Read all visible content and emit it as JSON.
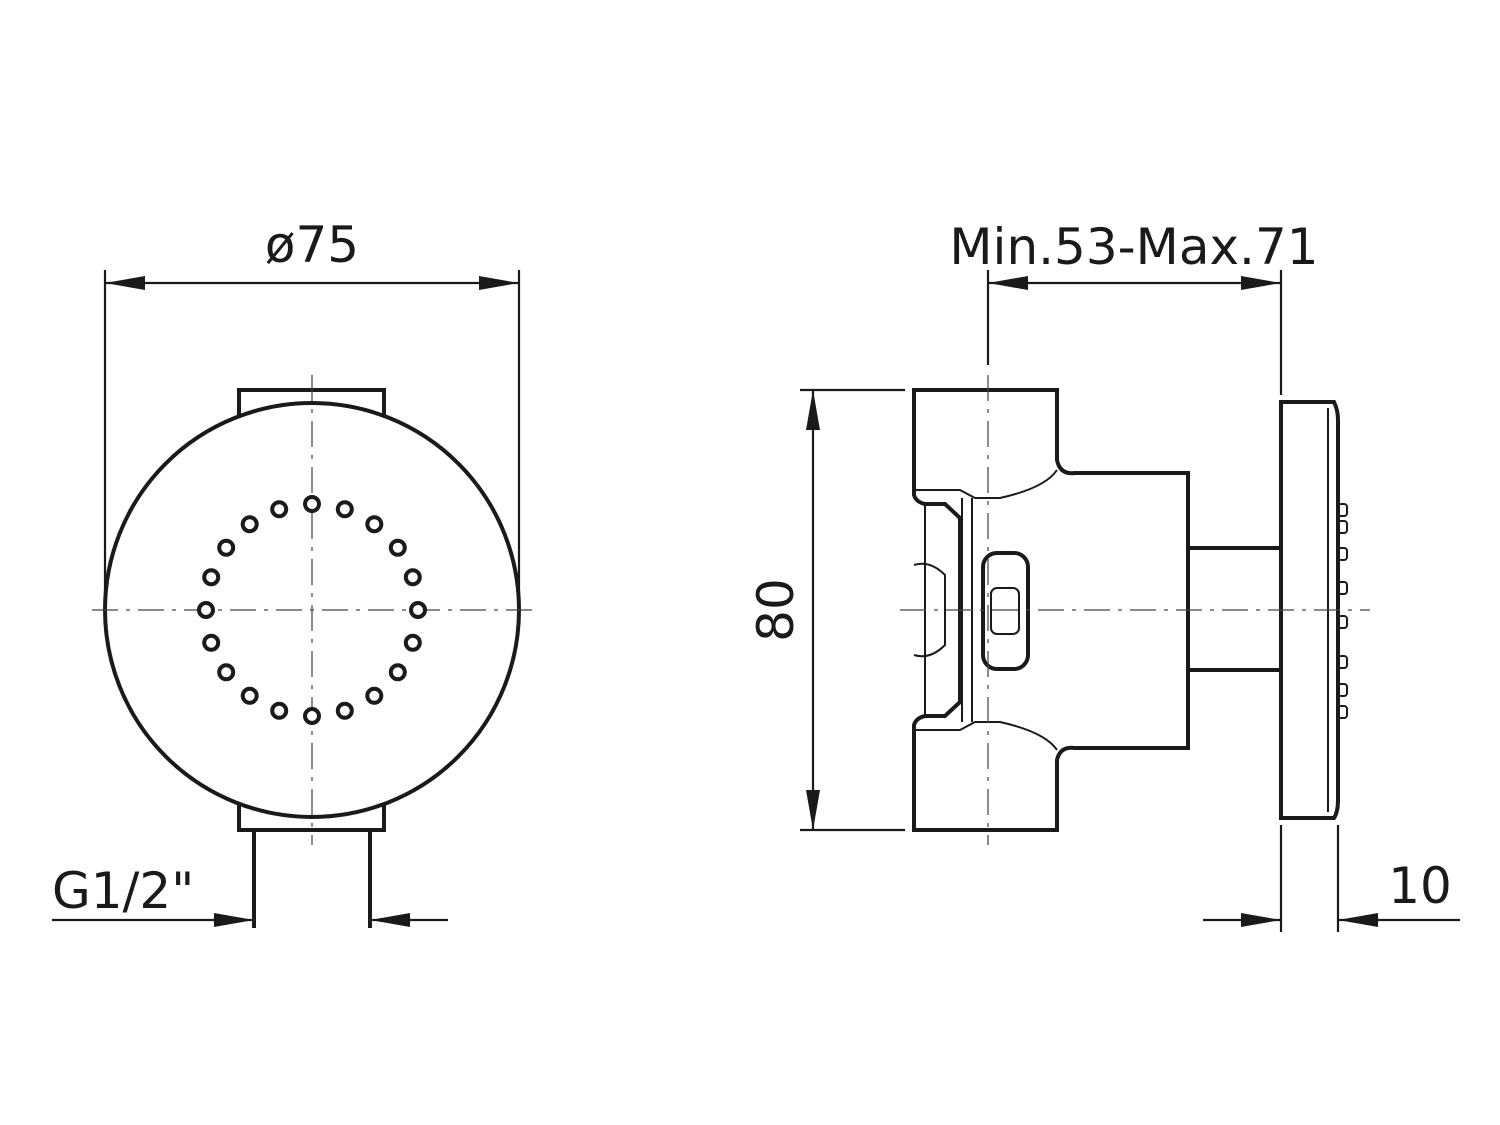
{
  "dimensions": {
    "diameter": "ø75",
    "depth_range": "Min.53-Max.71",
    "height": "80",
    "thread": "G1/2\"",
    "plate_thickness": "10"
  },
  "front_view": {
    "nozzle_count": 20
  },
  "colors": {
    "line": "#1a1a1a",
    "background": "#ffffff"
  }
}
